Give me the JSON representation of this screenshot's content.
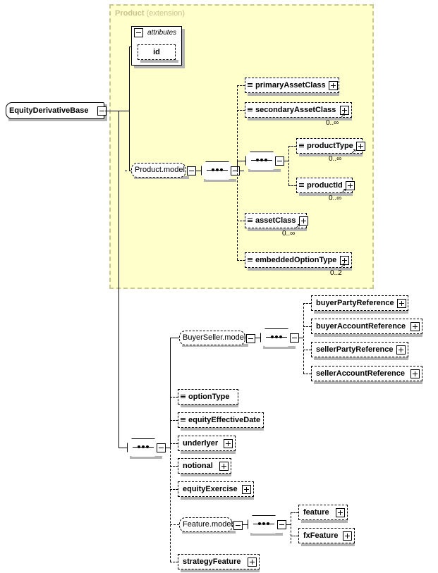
{
  "diagram": {
    "type": "xml-schema-diagram",
    "title": "EquityDerivativeBase",
    "colors": {
      "extension_background": "#ffffcc",
      "extension_border": "#c8c890",
      "extension_title": "#c9c48d",
      "node_fill": "#ffffff",
      "line": "#000000",
      "shadow": "#b3b3b3"
    }
  },
  "root": {
    "label": "EquityDerivativeBase",
    "expander": "minus"
  },
  "extension": {
    "name": "Product",
    "kind": "(extension)",
    "attributes": {
      "label": "attributes",
      "expander": "minus",
      "items": [
        {
          "label": "id",
          "optional": true
        }
      ]
    },
    "model": {
      "label": "Product.model",
      "expander": "minus",
      "sequence": {
        "expander": "minus"
      },
      "children": [
        {
          "label": "primaryAssetClass",
          "optional": true,
          "expander": "plus",
          "cardinality": ""
        },
        {
          "label": "secondaryAssetClass",
          "optional": true,
          "expander": "plus",
          "cardinality": "0..∞"
        },
        {
          "label": "assetClass",
          "optional": true,
          "expander": "plus",
          "cardinality": "0..∞"
        },
        {
          "label": "embeddedOptionType",
          "optional": true,
          "expander": "plus",
          "cardinality": "0..2"
        }
      ],
      "inner_sequence": {
        "expander": "minus",
        "children": [
          {
            "label": "productType",
            "optional": true,
            "expander": "plus",
            "cardinality": "0..∞"
          },
          {
            "label": "productId",
            "optional": true,
            "expander": "plus",
            "cardinality": "0..∞"
          }
        ]
      }
    }
  },
  "body": {
    "sequence": {
      "expander": "minus"
    },
    "buyer_seller": {
      "label": "BuyerSeller.model",
      "expander": "minus",
      "sequence": {
        "expander": "minus"
      },
      "children": [
        {
          "label": "buyerPartyReference",
          "optional": true,
          "expander": "plus"
        },
        {
          "label": "buyerAccountReference",
          "optional": true,
          "expander": "plus"
        },
        {
          "label": "sellerPartyReference",
          "optional": true,
          "expander": "plus"
        },
        {
          "label": "sellerAccountReference",
          "optional": true,
          "expander": "plus"
        }
      ]
    },
    "children": [
      {
        "label": "optionType",
        "optional": true,
        "expander": "none"
      },
      {
        "label": "equityEffectiveDate",
        "optional": true,
        "expander": "none"
      },
      {
        "label": "underlyer",
        "optional": true,
        "expander": "plus"
      },
      {
        "label": "notional",
        "optional": true,
        "expander": "plus"
      },
      {
        "label": "equityExercise",
        "optional": true,
        "expander": "plus"
      },
      {
        "label": "strategyFeature",
        "optional": true,
        "expander": "plus"
      }
    ],
    "feature_model": {
      "label": "Feature.model",
      "expander": "minus",
      "sequence": {
        "expander": "minus"
      },
      "children": [
        {
          "label": "feature",
          "optional": true,
          "expander": "plus"
        },
        {
          "label": "fxFeature",
          "optional": true,
          "expander": "plus"
        }
      ]
    }
  }
}
